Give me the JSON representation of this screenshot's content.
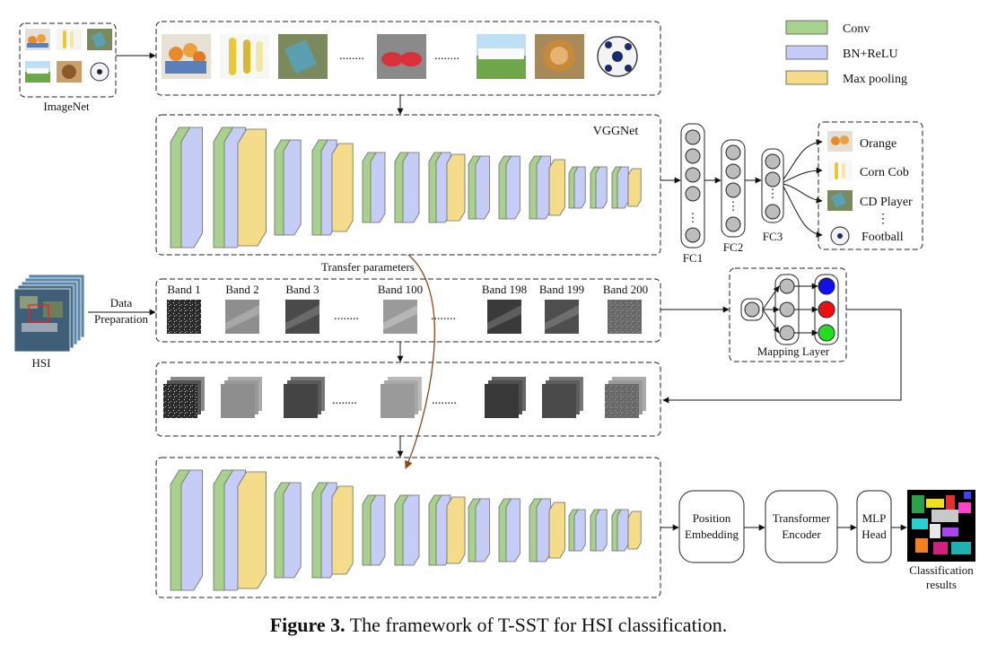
{
  "legend": {
    "conv": {
      "label": "Conv",
      "color": "#a9d18e"
    },
    "bn": {
      "label": "BN+ReLU",
      "color": "#c5cdf7"
    },
    "pool": {
      "label": "Max pooling",
      "color": "#f4dc8a"
    }
  },
  "imagenet_label": "ImageNet",
  "vgg_label": "VGGNet",
  "fc_labels": {
    "fc1": "FC1",
    "fc2": "FC2",
    "fc3": "FC3"
  },
  "classes": [
    "Orange",
    "Corn Cob",
    "CD Player",
    "Football"
  ],
  "class_ellipsis": "⋮",
  "row_ellipsis": "........",
  "transfer_label": "Transfer parameters",
  "hsi_label": "HSI",
  "data_prep": {
    "line1": "Data",
    "line2": "Preparation"
  },
  "bands": [
    "Band 1",
    "Band 2",
    "Band 3",
    "Band 100",
    "Band 198",
    "Band 199",
    "Band 200"
  ],
  "mapping_label": "Mapping Layer",
  "pipeline": {
    "pos": {
      "line1": "Position",
      "line2": "Embedding"
    },
    "trans": {
      "line1": "Transformer",
      "line2": "Encoder"
    },
    "mlp": {
      "line1": "MLP",
      "line2": "Head"
    },
    "result": {
      "line1": "Classification",
      "line2": "results"
    }
  },
  "caption": {
    "bold": "Figure 3.",
    "text": " The framework of T-SST for HSI classification."
  },
  "mapping_colors": [
    "#1010ee",
    "#ee1010",
    "#22dd22"
  ]
}
